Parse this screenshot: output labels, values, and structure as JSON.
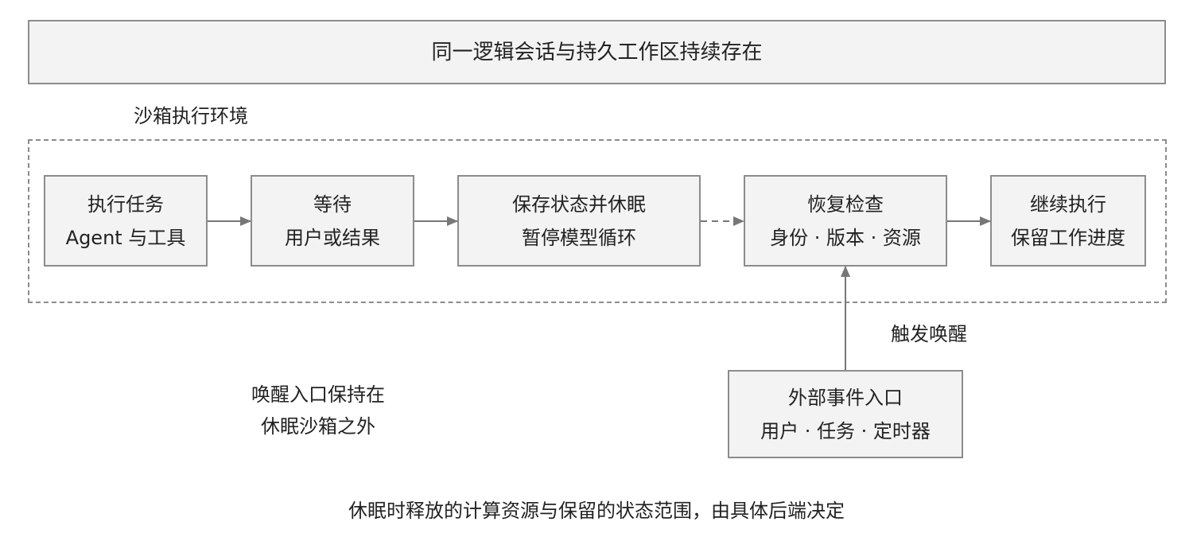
{
  "banner": {
    "title": "同一逻辑会话与持久工作区持续存在"
  },
  "sandbox": {
    "label": "沙箱执行环境"
  },
  "steps": [
    {
      "line1": "执行任务",
      "line2": "Agent 与工具"
    },
    {
      "line1": "等待",
      "line2": "用户或结果"
    },
    {
      "line1": "保存状态并休眠",
      "line2": "暂停模型循环"
    },
    {
      "line1": "恢复检查",
      "line2": "身份 · 版本 · 资源"
    },
    {
      "line1": "继续执行",
      "line2": "保留工作进度"
    }
  ],
  "wake": {
    "label": "触发唤醒"
  },
  "entry": {
    "line1": "外部事件入口",
    "line2": "用户 · 任务 · 定时器"
  },
  "note": {
    "line1": "唤醒入口保持在",
    "line2": "休眠沙箱之外"
  },
  "footer": {
    "text": "休眠时释放的计算资源与保留的状态范围，由具体后端决定"
  }
}
